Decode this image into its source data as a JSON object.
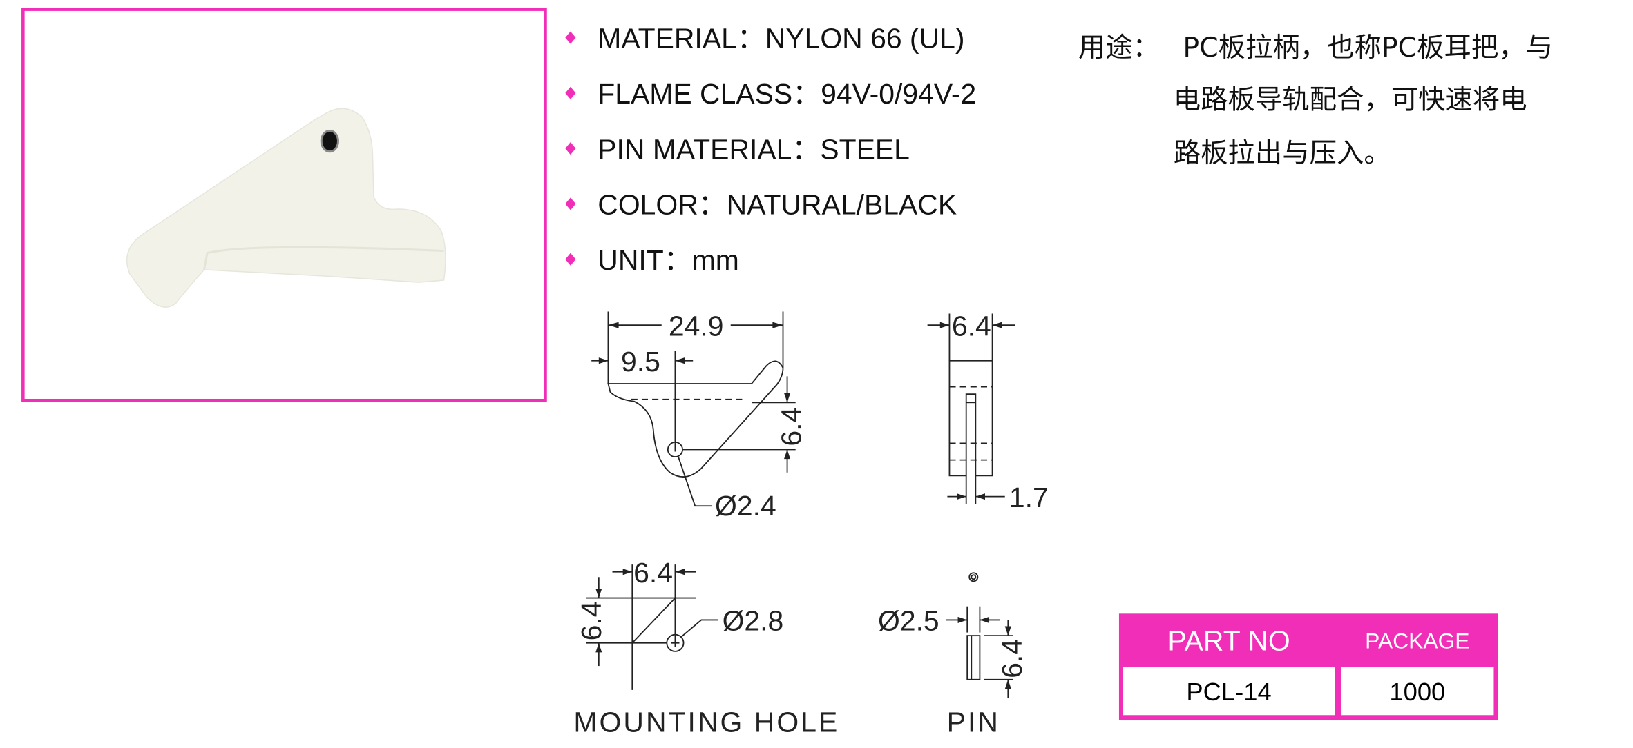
{
  "colors": {
    "accent": "#f02eb8",
    "product": "#f2f2e8"
  },
  "specs": [
    {
      "label": "MATERIAL：NYLON 66 (UL)"
    },
    {
      "label": "FLAME CLASS：94V-0/94V-2"
    },
    {
      "label": "PIN MATERIAL：STEEL"
    },
    {
      "label": "COLOR：NATURAL/BLACK"
    },
    {
      "label": "UNIT：mm"
    }
  ],
  "usage": {
    "title": "用途：",
    "lines": [
      "PC板拉柄，也称PC板耳把，与",
      "电路板导轨配合，可快速将电",
      "路板拉出与压入。"
    ]
  },
  "drawing": {
    "main": {
      "width": "24.9",
      "offset": "9.5",
      "height": "6.4",
      "hole": "Ø2.4"
    },
    "side": {
      "width": "6.4",
      "slot": "1.7"
    },
    "mounting": {
      "h": "6.4",
      "v": "6.4",
      "hole": "Ø2.8",
      "label": "MOUNTING  HOLE"
    },
    "pin": {
      "dia": "Ø2.5",
      "len": "6.4",
      "label": "PIN"
    }
  },
  "table": {
    "headers": [
      "PART NO",
      "PACKAGE"
    ],
    "rows": [
      [
        "PCL-14",
        "1000"
      ]
    ]
  }
}
